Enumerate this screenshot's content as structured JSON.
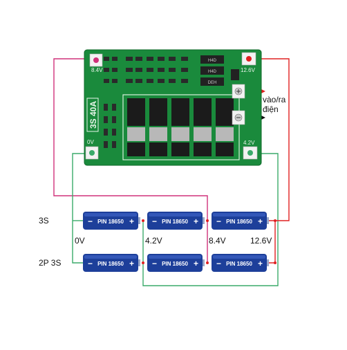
{
  "board": {
    "model_mark": "3S 40A",
    "pads": {
      "top_left": "8.4V",
      "mid_left": "0V",
      "top_right": "12.6V",
      "bottom_right": "4.2V"
    },
    "ic_marks": [
      "H4D",
      "H4D",
      "DEH"
    ]
  },
  "annotations": {
    "io_line1": "vào/ra",
    "io_line2": "điện",
    "row_3s": "3S",
    "row_2p3s": "2P 3S",
    "v0": "0V",
    "v42": "4.2V",
    "v84": "8.4V",
    "v126": "12.6V"
  },
  "battery": {
    "label": "PIN 18650",
    "minus": "−",
    "plus": "+"
  },
  "colors": {
    "pcb": "#1a8a3c",
    "battery": "#1d3f9a",
    "wire_red": "#e02020",
    "wire_pink": "#d0307a",
    "wire_green": "#3aaa6a"
  }
}
